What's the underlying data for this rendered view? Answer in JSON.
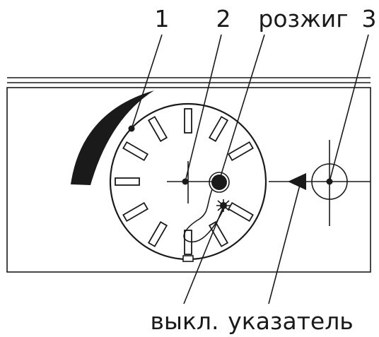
{
  "labels": {
    "label_1": "1",
    "label_2": "2",
    "label_ignition": "розжиг",
    "label_3": "3",
    "label_off": "выкл.",
    "label_pointer": "указатель"
  },
  "colors": {
    "ink": "#1a1a1a",
    "background": "#ffffff"
  }
}
